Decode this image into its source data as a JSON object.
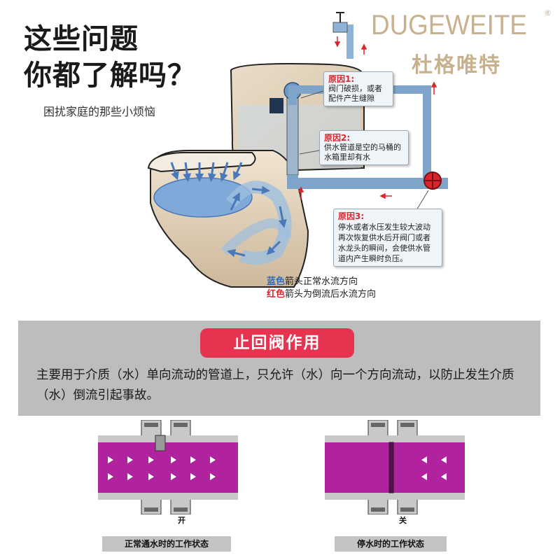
{
  "headline": {
    "line1": "这些问题",
    "line2": "你都了解吗？",
    "subtitle": "困扰家庭的那些小烦恼"
  },
  "brand": {
    "name_en": "DUGEWEITE",
    "registered": "®",
    "name_cn": "杜格唯特"
  },
  "reasons": [
    {
      "title": "原因1:",
      "text": "阀门破损，或者配件产生缝隙"
    },
    {
      "title": "原因2:",
      "text": "供水管道是空的马桶的水箱里却有水"
    },
    {
      "title": "原因3:",
      "text": "停水或者水压发生较大波动再次恢复供水后开阀门或者水龙头的瞬间，会使供水管道内产生瞬时负压。"
    }
  ],
  "legend": {
    "blue_word": "蓝色",
    "blue_text": "箭头正常水流方向",
    "red_word": "红色",
    "red_text": "箭头为倒流后水流方向"
  },
  "function_section": {
    "title": "止回阀作用",
    "description": "主要用于介质（水）单向流动的管道上，只允许（水）向一个方向流动，以防止发生介质（水）倒流引起事故。"
  },
  "valve_states": [
    {
      "state": "开",
      "caption": "正常通水时的工作状态"
    },
    {
      "state": "关",
      "caption": "停水时的工作状态"
    }
  ],
  "colors": {
    "brand": "#c8b18e",
    "accent_red": "#e53350",
    "reason_title": "#d8262d",
    "pipe_fill": "#b0229e",
    "pipe_blue": "#7fa4c9"
  }
}
